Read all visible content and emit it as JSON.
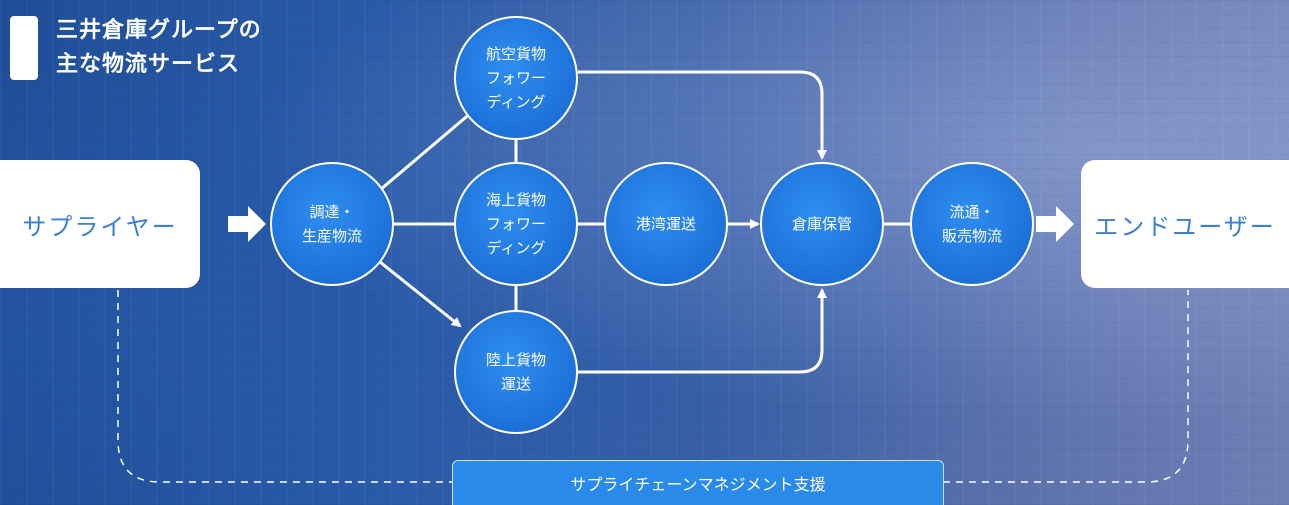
{
  "title": {
    "line1": "三井倉庫グループの",
    "line2": "主な物流サービス"
  },
  "ends": {
    "supplier": "サプライヤー",
    "end_user": "エンドユーザー"
  },
  "nodes": {
    "procurement": "調達・\n生産物流",
    "air": "航空貨物\nフォワー\nディング",
    "sea": "海上貨物\nフォワー\nディング",
    "land": "陸上貨物\n運送",
    "port": "港湾運送",
    "warehouse": "倉庫保管",
    "distribution": "流通・\n販売物流"
  },
  "scm_label": "サプライチェーンマネジメント支援",
  "colors": {
    "node_fill": "#1f7ae0",
    "end_text": "#3a7fd0",
    "scm_fill": "#2a8ae9",
    "line": "#ffffff"
  }
}
